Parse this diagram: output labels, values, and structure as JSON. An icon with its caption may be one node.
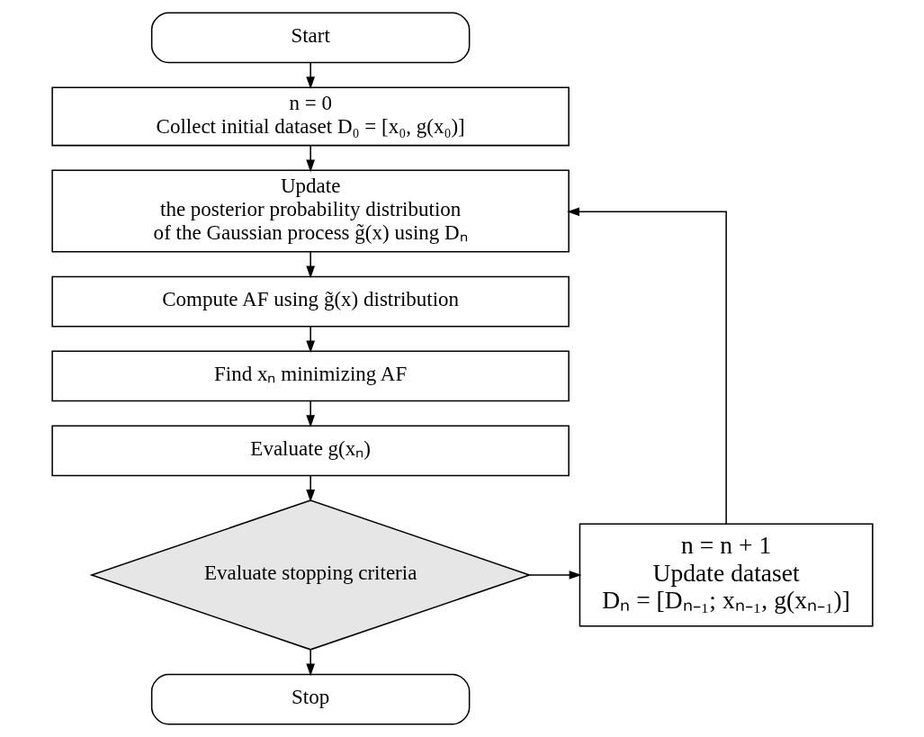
{
  "diagram": {
    "nodes": [
      {
        "text": [
          "Start"
        ]
      },
      {
        "text": [
          "n = 0",
          "Collect initial dataset D₀ = [x₀, g(x₀)]"
        ]
      },
      {
        "text": [
          "Update",
          "the posterior probability distribution",
          "of the Gaussian process g̃(x) using Dₙ"
        ]
      },
      {
        "text": [
          "Compute AF using g̃(x) distribution"
        ]
      },
      {
        "text": [
          "Find xₙ minimizing AF"
        ]
      },
      {
        "text": [
          "Evaluate g(xₙ)"
        ]
      },
      {
        "text": [
          "Evaluate stopping criteria"
        ]
      },
      {
        "text": [
          "n = n + 1",
          "Update dataset",
          "Dₙ = [Dₙ₋₁; xₙ₋₁, g(xₙ₋₁)]"
        ]
      },
      {
        "text": [
          "Stop"
        ]
      }
    ],
    "edges": [
      {
        "from": 0,
        "to": 1,
        "arrow": "to"
      },
      {
        "from": 1,
        "to": 2,
        "arrow": "to"
      },
      {
        "from": 2,
        "to": 3,
        "arrow": "to"
      },
      {
        "from": 3,
        "to": 4,
        "arrow": "to"
      },
      {
        "from": 4,
        "to": 5,
        "arrow": "to"
      },
      {
        "from": 5,
        "to": 6,
        "arrow": "to"
      },
      {
        "from": 6,
        "to": 7,
        "arrow": "to"
      },
      {
        "from": 7,
        "to": 2,
        "arrow": "to"
      },
      {
        "from": 6,
        "to": 8,
        "arrow": "to"
      }
    ]
  }
}
